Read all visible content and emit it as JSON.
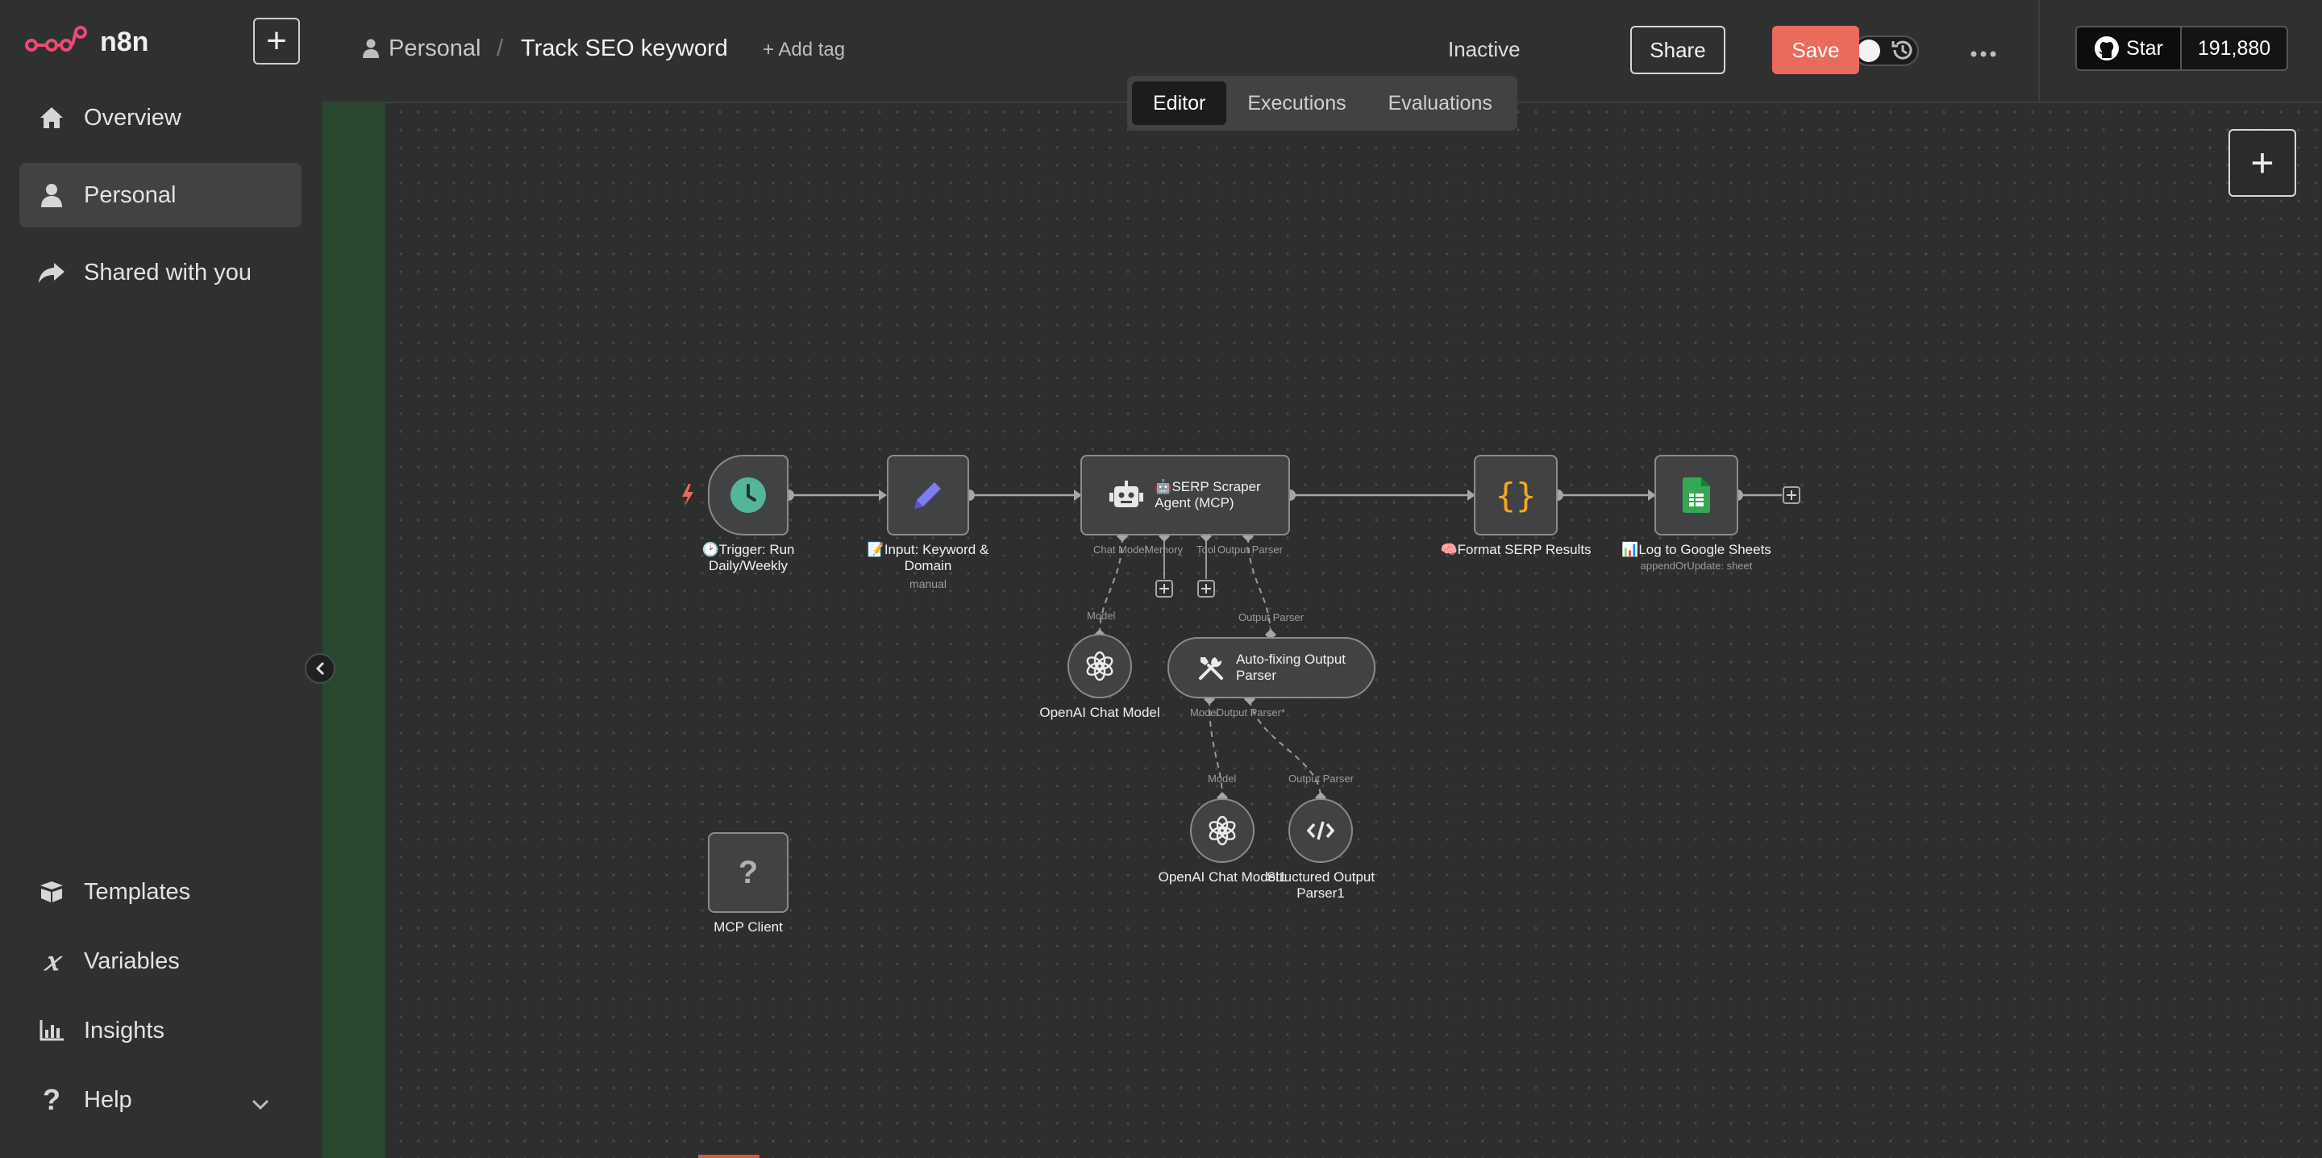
{
  "sidebar": {
    "brand": "n8n",
    "add_label": "+",
    "items": [
      {
        "label": "Overview",
        "icon": "home-icon"
      },
      {
        "label": "Personal",
        "icon": "user-icon"
      },
      {
        "label": "Shared with you",
        "icon": "share-icon"
      }
    ],
    "bottom_items": [
      {
        "label": "Templates",
        "icon": "box-icon"
      },
      {
        "label": "Variables",
        "icon": "variable-icon"
      },
      {
        "label": "Insights",
        "icon": "chart-icon"
      },
      {
        "label": "Help",
        "icon": "question-icon"
      }
    ]
  },
  "header": {
    "project": "Personal",
    "separator": "/",
    "workflow_name": "Track SEO keyword",
    "add_tag": "+ Add tag",
    "status": "Inactive",
    "share": "Share",
    "save": "Save",
    "star": "Star",
    "star_count": "191,880",
    "tabs": [
      "Editor",
      "Executions",
      "Evaluations"
    ],
    "colors": {
      "save": "#ea6b5a",
      "accent": "#ff6d5a"
    }
  },
  "canvas": {
    "add_label": "+",
    "nodes": {
      "trigger": {
        "label": "🕑Trigger: Run Daily/Weekly",
        "line1": "🕑Trigger: Run",
        "line2": "Daily/Weekly"
      },
      "input": {
        "line1": "📝Input: Keyword &",
        "line2": "Domain",
        "sub": "manual"
      },
      "agent": {
        "line1": "🤖SERP Scraper",
        "line2": "Agent (MCP)"
      },
      "format": {
        "line1": "🧠Format SERP Results"
      },
      "sheets": {
        "line1": "📊Log to Google Sheets",
        "sub": "appendOrUpdate: sheet"
      },
      "openai1": {
        "line1": "OpenAI Chat Model"
      },
      "autofix": {
        "line1": "Auto-fixing Output",
        "line2": "Parser"
      },
      "openai2": {
        "line1": "OpenAI Chat Model1"
      },
      "structured": {
        "line1": "Structured Output",
        "line2": "Parser1"
      },
      "mcp": {
        "line1": "MCP Client",
        "glyph": "?"
      }
    },
    "ports": {
      "chat_model": "Chat Model",
      "memory": "Memory",
      "tool": "Tool",
      "output_parser": "Output Parser",
      "model": "Model",
      "output_parser_in": "Output Parser",
      "model2": "Model",
      "output_parser_req": "Output Parser*",
      "model3": "Model",
      "output_parser3": "Output Parser"
    }
  }
}
